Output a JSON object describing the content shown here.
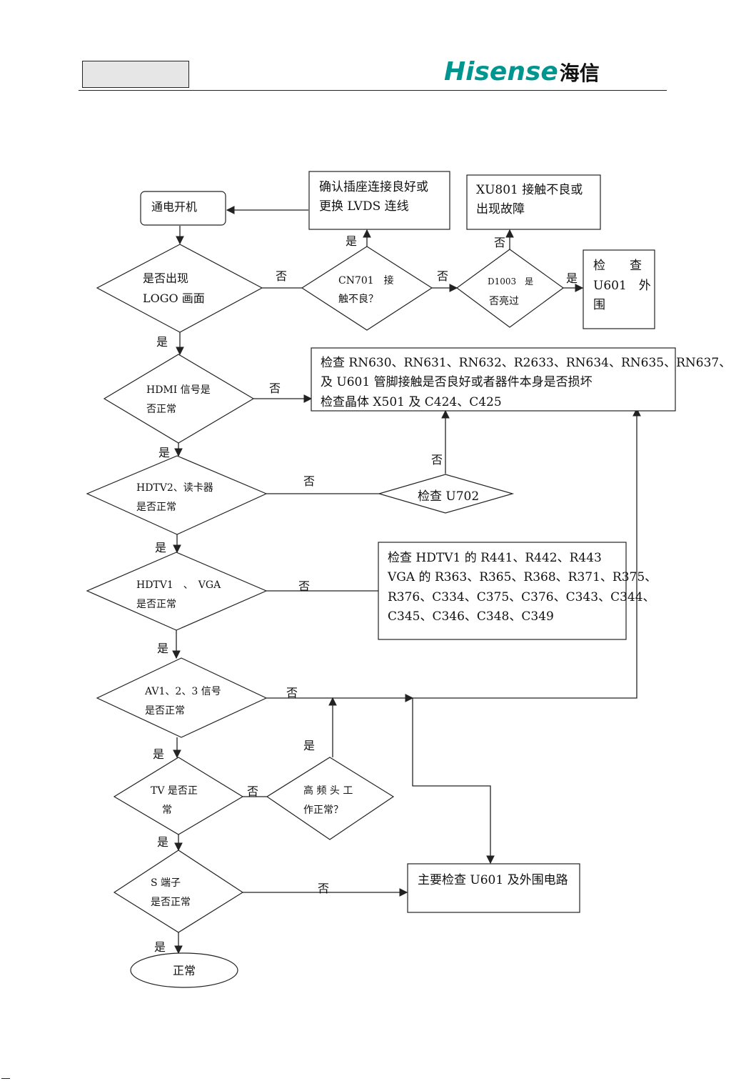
{
  "header": {
    "logo_en": "Hisense",
    "logo_cn": "海信"
  },
  "flow": {
    "start": "通电开机",
    "q_logo": [
      "是否出现",
      "LOGO 画面"
    ],
    "q_cn701": [
      "CN701　接",
      "触不良？"
    ],
    "q_d1003": [
      "D1003　是",
      "否亮过"
    ],
    "box_lvds": [
      "确认插座连接良好或",
      "更换 LVDS 连线"
    ],
    "box_xu801": [
      "XU801  接触不良或",
      "出现故障"
    ],
    "box_u601": [
      "检　　查",
      "U601　外",
      "围"
    ],
    "q_hdmi": [
      "HDMI 信号是",
      "否正常"
    ],
    "box_rn": [
      "检查 RN630、RN631、RN632、R2633、RN634、RN635、RN637、",
      "及 U601 管脚接触是否良好或者器件本身是否损坏",
      "检查晶体 X501 及 C424、C425"
    ],
    "q_hdtv2": [
      "HDTV2、读卡器",
      "是否正常"
    ],
    "q_u702": "检查 U702",
    "q_hdtv1": [
      "HDTV1　、　VGA",
      "是否正常"
    ],
    "box_hdtv1": [
      "检查 HDTV1 的 R441、R442、R443",
      "VGA 的 R363、R365、R368、R371、R375、",
      "R376、C334、C375、C376、C343、C344、",
      "C345、C346、C348、C349"
    ],
    "q_av": [
      "AV1、2、3 信号",
      "是否正常"
    ],
    "q_tv": [
      "TV  是否正",
      "常"
    ],
    "q_tuner": [
      "高 频 头 工",
      "作正常？"
    ],
    "q_s": [
      "S 端子",
      "是否正常"
    ],
    "box_main": "主要检查 U601 及外围电路",
    "end": "正常",
    "yes": "是",
    "no": "否"
  }
}
